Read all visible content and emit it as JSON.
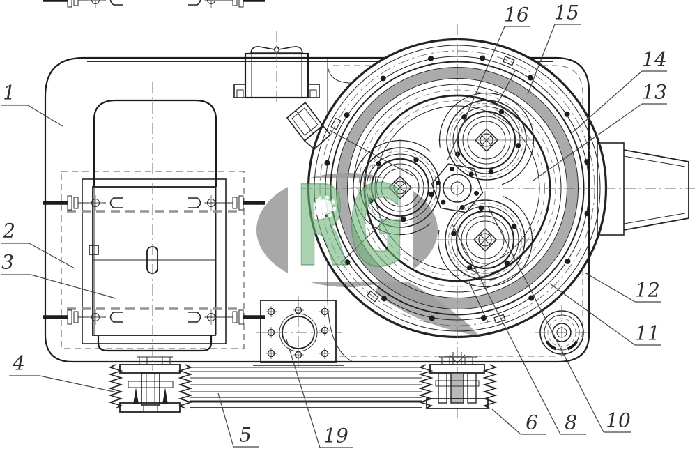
{
  "drawing": {
    "type": "mechanical-assembly-top-view",
    "background": "#ffffff",
    "line_color": "#232323",
    "hidden_line_color": "#8a8a8a",
    "centerline_color": "#6a6a6a",
    "gear_band_color": "#9c9c9c"
  },
  "watermark": {
    "text": "RG",
    "ellipse_color": "#a8a8a8",
    "panel_color": "#ffffff",
    "letter_color": "#70b67a"
  },
  "callouts": [
    {
      "number": "1",
      "t": [
        13,
        133
      ],
      "u": [
        2,
        40,
        151
      ],
      "l": [
        [
          40,
          151
        ],
        [
          90,
          181
        ]
      ]
    },
    {
      "number": "2",
      "t": [
        13,
        331
      ],
      "u": [
        2,
        42,
        349
      ],
      "l": [
        [
          42,
          349
        ],
        [
          107,
          385
        ]
      ]
    },
    {
      "number": "3",
      "t": [
        11,
        376
      ],
      "u": [
        2,
        44,
        394
      ],
      "l": [
        [
          44,
          394
        ],
        [
          166,
          428
        ]
      ]
    },
    {
      "number": "4",
      "t": [
        27,
        521
      ],
      "u": [
        13,
        57,
        539
      ],
      "l": [
        [
          57,
          539
        ],
        [
          168,
          563
        ]
      ]
    },
    {
      "number": "5",
      "t": [
        352,
        624
      ],
      "u": [
        335,
        371,
        641
      ],
      "l": [
        [
          335,
          641
        ],
        [
          313,
          564
        ]
      ]
    },
    {
      "number": "19",
      "t": [
        482,
        625
      ],
      "u": [
        459,
        506,
        642
      ],
      "l": [
        [
          459,
          642
        ],
        [
          411,
          487
        ]
      ]
    },
    {
      "number": "6",
      "t": [
        763,
        606
      ],
      "u": [
        747,
        783,
        623
      ],
      "l": [
        [
          747,
          623
        ],
        [
          706,
          587
        ]
      ]
    },
    {
      "number": "8",
      "t": [
        819,
        606
      ],
      "u": [
        804,
        841,
        623
      ],
      "l": [
        [
          804,
          623
        ],
        [
          649,
          322
        ]
      ]
    },
    {
      "number": "10",
      "t": [
        887,
        603
      ],
      "u": [
        866,
        906,
        620
      ],
      "l": [
        [
          866,
          620
        ],
        [
          700,
          296
        ]
      ]
    },
    {
      "number": "11",
      "t": [
        929,
        478
      ],
      "u": [
        911,
        949,
        495
      ],
      "l": [
        [
          911,
          495
        ],
        [
          789,
          407
        ]
      ]
    },
    {
      "number": "12",
      "t": [
        929,
        416
      ],
      "u": [
        911,
        949,
        433
      ],
      "l": [
        [
          911,
          433
        ],
        [
          839,
          391
        ]
      ]
    },
    {
      "number": "13",
      "t": [
        939,
        132
      ],
      "u": [
        921,
        957,
        149
      ],
      "l": [
        [
          921,
          149
        ],
        [
          765,
          259
        ]
      ]
    },
    {
      "number": "14",
      "t": [
        939,
        85
      ],
      "u": [
        921,
        957,
        102
      ],
      "l": [
        [
          921,
          102
        ],
        [
          819,
          192
        ]
      ]
    },
    {
      "number": "15",
      "t": [
        813,
        18
      ],
      "u": [
        796,
        833,
        35
      ],
      "l": [
        [
          796,
          35
        ],
        [
          757,
          135
        ]
      ]
    },
    {
      "number": "16",
      "t": [
        741,
        21
      ],
      "u": [
        724,
        760,
        38
      ],
      "l": [
        [
          724,
          38
        ],
        [
          642,
          230
        ]
      ]
    }
  ]
}
